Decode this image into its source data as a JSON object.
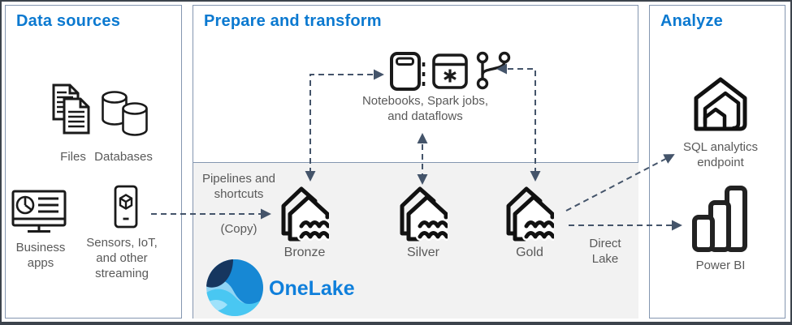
{
  "diagram": {
    "panels": {
      "data_sources": {
        "title": "Data sources",
        "items": [
          {
            "label": "Files",
            "icon": "files-icon"
          },
          {
            "label": "Databases",
            "icon": "databases-icon"
          },
          {
            "label": "Business apps",
            "icon": "business-apps-icon"
          },
          {
            "label": "Sensors, IoT, and other streaming",
            "icon": "sensors-iot-icon"
          }
        ]
      },
      "prepare_transform": {
        "title": "Prepare and transform",
        "tools_label": "Notebooks, Spark jobs, and dataflows",
        "pipelines_label": "Pipelines and shortcuts",
        "copy_label": "(Copy)",
        "lakehouses": [
          {
            "label": "Bronze",
            "icon": "lakehouse-icon"
          },
          {
            "label": "Silver",
            "icon": "lakehouse-icon"
          },
          {
            "label": "Gold",
            "icon": "lakehouse-icon"
          }
        ],
        "direct_lake_label": "Direct Lake",
        "onelake_label": "OneLake"
      },
      "analyze": {
        "title": "Analyze",
        "items": [
          {
            "label": "SQL analytics endpoint",
            "icon": "sql-analytics-endpoint-icon"
          },
          {
            "label": "Power BI",
            "icon": "power-bi-icon"
          }
        ]
      }
    },
    "colors": {
      "title_blue": "#0b79d0",
      "label_gray": "#595959",
      "arrow": "#44546A",
      "panel_border": "#8496B0",
      "onelake_box_bg": "#f2f2f2",
      "onelake_text_blue": "#0f7fdb",
      "icon_stroke": "#1a1a1a"
    }
  }
}
